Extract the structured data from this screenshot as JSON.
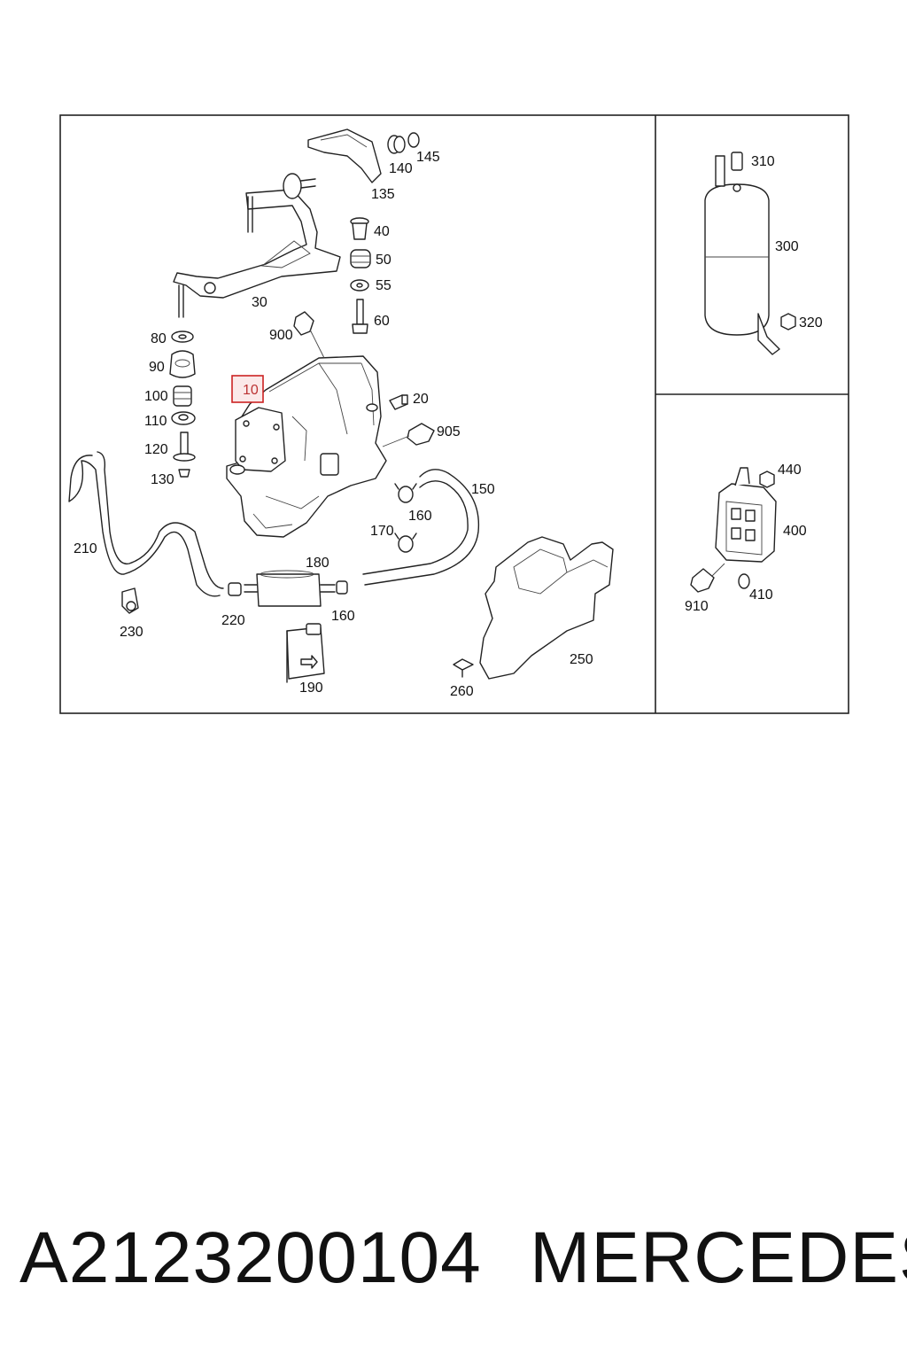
{
  "footer": {
    "part_number": "A2123200104",
    "brand": "MERCEDES"
  },
  "colors": {
    "line": "#222222",
    "highlight_border": "#cc2222",
    "highlight_fill": "#fbe9e9"
  },
  "callouts": {
    "c10": "10",
    "c20": "20",
    "c30": "30",
    "c40": "40",
    "c50": "50",
    "c55": "55",
    "c60": "60",
    "c80": "80",
    "c90": "90",
    "c100": "100",
    "c110": "110",
    "c120": "120",
    "c130": "130",
    "c135": "135",
    "c140": "140",
    "c145": "145",
    "c150": "150",
    "c160a": "160",
    "c160b": "160",
    "c170": "170",
    "c180": "180",
    "c190": "190",
    "c210": "210",
    "c220": "220",
    "c230": "230",
    "c250": "250",
    "c260": "260",
    "c300": "300",
    "c310": "310",
    "c320": "320",
    "c400": "400",
    "c410": "410",
    "c440": "440",
    "c900": "900",
    "c905": "905",
    "c910": "910"
  },
  "highlighted_callout": "10"
}
